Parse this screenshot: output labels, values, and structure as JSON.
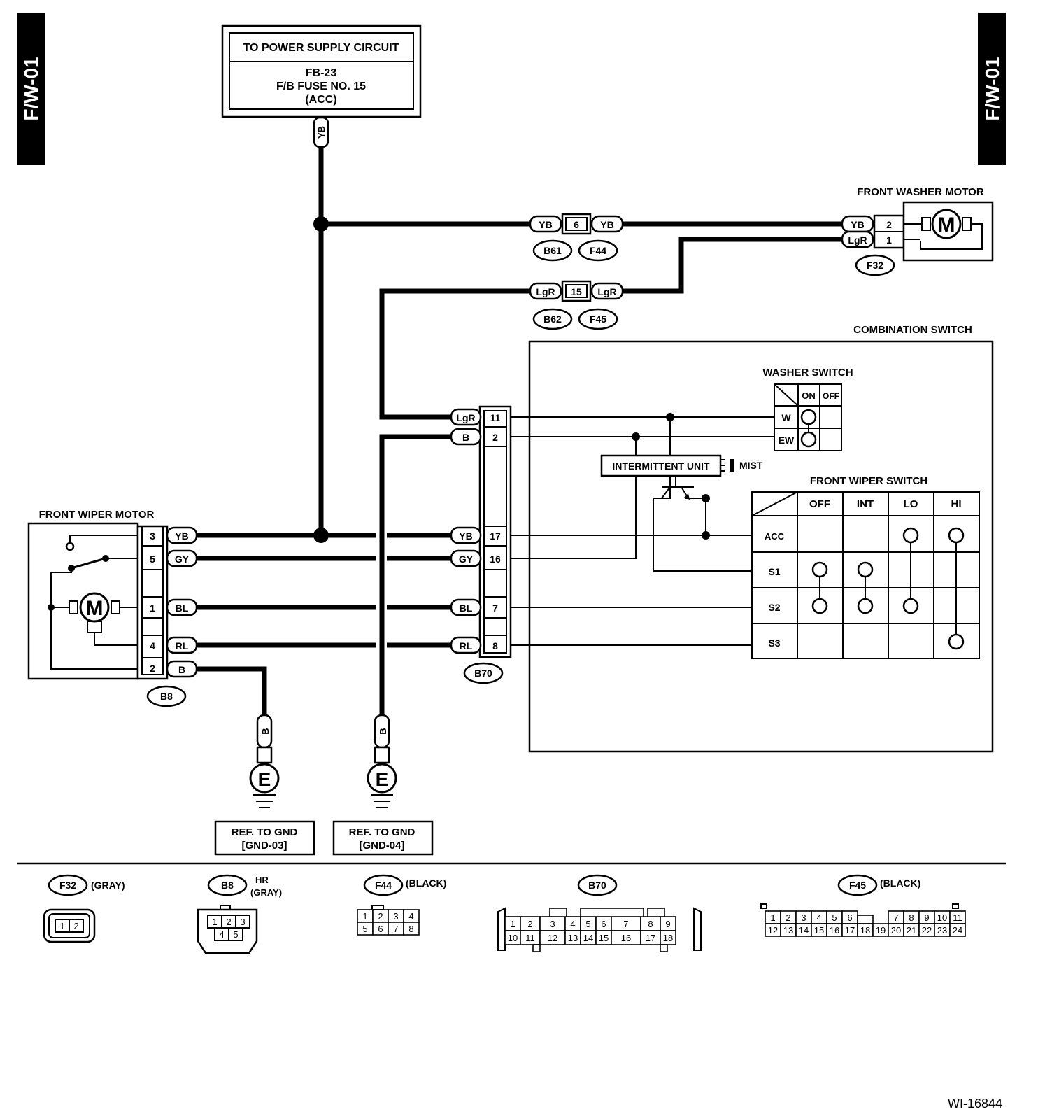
{
  "page_tags": {
    "left": "F/W-01",
    "right": "F/W-01"
  },
  "power_supply": {
    "title": "TO POWER SUPPLY CIRCUIT",
    "line1": "FB-23",
    "line2": "F/B  FUSE  NO. 15",
    "line3": "(ACC)"
  },
  "wires": {
    "yb": "YB",
    "lgr": "LgR",
    "b": "B",
    "gy": "GY",
    "bl": "BL",
    "rl": "RL"
  },
  "washer_motor": {
    "title": "FRONT WASHER MOTOR",
    "motor_symbol": "M",
    "pins": [
      "2",
      "1"
    ]
  },
  "connectors": {
    "b61": "B61",
    "f44": "F44",
    "b62": "B62",
    "f45": "F45",
    "f32": "F32",
    "b8": "B8",
    "b70": "B70",
    "pin_6": "6",
    "pin_15": "15"
  },
  "combination_switch": {
    "title": "COMBINATION SWITCH"
  },
  "washer_switch": {
    "title": "WASHER SWITCH",
    "cols": [
      "ON",
      "OFF"
    ],
    "rows": [
      "W",
      "EW"
    ]
  },
  "intermittent": {
    "label": "INTERMITTENT UNIT",
    "mist": "MIST"
  },
  "wiper_switch": {
    "title": "FRONT WIPER SWITCH",
    "cols": [
      "OFF",
      "INT",
      "LO",
      "HI"
    ],
    "rows": [
      "ACC",
      "S1",
      "S2",
      "S3"
    ]
  },
  "wiper_motor": {
    "title": "FRONT WIPER MOTOR",
    "motor_symbol": "M",
    "pins": [
      "3",
      "5",
      "1",
      "4",
      "2"
    ]
  },
  "b70_pins": [
    "11",
    "2",
    "17",
    "16",
    "7",
    "8"
  ],
  "grounds": [
    {
      "wire": "B",
      "symbol": "E",
      "ref": "REF. TO GND",
      "code": "[GND-03]"
    },
    {
      "wire": "B",
      "symbol": "E",
      "ref": "REF. TO GND",
      "code": "[GND-04]"
    }
  ],
  "connector_views": {
    "f32": {
      "name": "F32",
      "color": "(GRAY)",
      "pins": [
        "1",
        "2"
      ]
    },
    "b8": {
      "name": "B8",
      "line1": "HR",
      "line2": "(GRAY)",
      "pins_top": [
        "1",
        "2",
        "3"
      ],
      "pins_bottom": [
        "4",
        "5"
      ]
    },
    "f44": {
      "name": "F44",
      "color": "(BLACK)",
      "pins_top": [
        "1",
        "2",
        "3",
        "4"
      ],
      "pins_bottom": [
        "5",
        "6",
        "7",
        "8"
      ]
    },
    "b70": {
      "name": "B70",
      "pins_top": [
        "1",
        "2",
        "3",
        "4",
        "5",
        "6",
        "7",
        "8",
        "9"
      ],
      "pins_bottom": [
        "10",
        "11",
        "12",
        "13",
        "14",
        "15",
        "16",
        "17",
        "18"
      ]
    },
    "f45": {
      "name": "F45",
      "color": "(BLACK)",
      "pins_top": [
        "1",
        "2",
        "3",
        "4",
        "5",
        "6",
        "7",
        "8",
        "9",
        "10",
        "11"
      ],
      "pins_bottom": [
        "12",
        "13",
        "14",
        "15",
        "16",
        "17",
        "18",
        "19",
        "20",
        "21",
        "22",
        "23",
        "24"
      ]
    }
  },
  "doc_id": "WI-16844"
}
